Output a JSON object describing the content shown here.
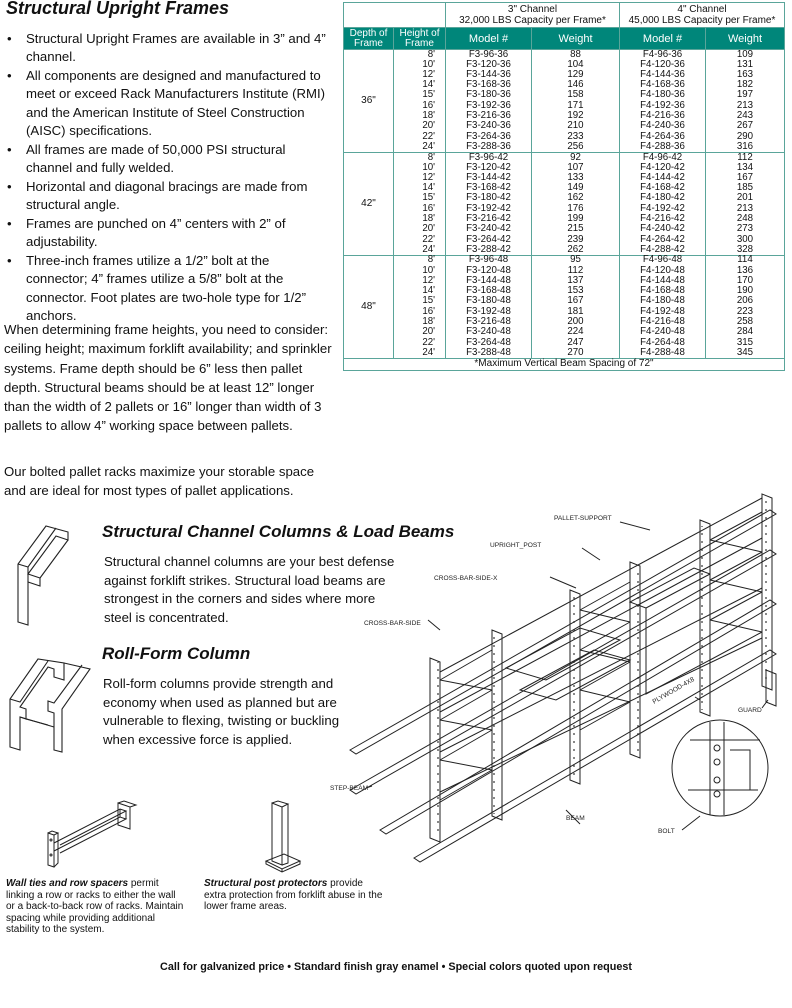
{
  "title": "Structural Upright Frames",
  "bullets": [
    "Structural Upright Frames are available in 3” and 4” channel.",
    "All components are designed and manufactured to meet or exceed Rack Manufacturers Institute (RMI) and the American Institute of Steel Construction (AISC) specifications.",
    "All frames are made of 50,000 PSI structural channel and fully welded.",
    "Horizontal and diagonal bracings are made from structural angle.",
    "Frames are punched on 4” centers with 2” of adjustability.",
    "Three-inch frames utilize a 1/2” bolt at the connector; 4” frames utilize a 5/8” bolt at the connector. Foot plates are two-hole type for 1/2” anchors."
  ],
  "paragraph1": "When determining frame heights, you need to consider: ceiling height; maximum forklift availability; and sprinkler systems. Frame depth should be 6” less then pallet depth. Structural beams should be at least 12” longer than the width of 2 pallets or 16” longer than width of 3 pallets to allow 4” working space between pallets.",
  "paragraph2": "Our bolted pallet racks maximize your storable space and are ideal for most types of pallet applications.",
  "table": {
    "channel3": "3\" Channel",
    "capacity3": "32,000 LBS Capacity per Frame*",
    "channel4": "4\" Channel",
    "capacity4": "45,000 LBS Capacity per Frame*",
    "headers": [
      "Depth of Frame",
      "Height of Frame",
      "Model #",
      "Weight",
      "Model #",
      "Weight"
    ],
    "groups": [
      {
        "depth": "36\"",
        "rows": [
          [
            "8'",
            "F3-96-36",
            "88",
            "F4-96-36",
            "109"
          ],
          [
            "10'",
            "F3-120-36",
            "104",
            "F4-120-36",
            "131"
          ],
          [
            "12'",
            "F3-144-36",
            "129",
            "F4-144-36",
            "163"
          ],
          [
            "14'",
            "F3-168-36",
            "146",
            "F4-168-36",
            "182"
          ],
          [
            "15'",
            "F3-180-36",
            "158",
            "F4-180-36",
            "197"
          ],
          [
            "16'",
            "F3-192-36",
            "171",
            "F4-192-36",
            "213"
          ],
          [
            "18'",
            "F3-216-36",
            "192",
            "F4-216-36",
            "243"
          ],
          [
            "20'",
            "F3-240-36",
            "210",
            "F4-240-36",
            "267"
          ],
          [
            "22'",
            "F3-264-36",
            "233",
            "F4-264-36",
            "290"
          ],
          [
            "24'",
            "F3-288-36",
            "256",
            "F4-288-36",
            "316"
          ]
        ]
      },
      {
        "depth": "42\"",
        "rows": [
          [
            "8'",
            "F3-96-42",
            "92",
            "F4-96-42",
            "112"
          ],
          [
            "10'",
            "F3-120-42",
            "107",
            "F4-120-42",
            "134"
          ],
          [
            "12'",
            "F3-144-42",
            "133",
            "F4-144-42",
            "167"
          ],
          [
            "14'",
            "F3-168-42",
            "149",
            "F4-168-42",
            "185"
          ],
          [
            "15'",
            "F3-180-42",
            "162",
            "F4-180-42",
            "201"
          ],
          [
            "16'",
            "F3-192-42",
            "176",
            "F4-192-42",
            "213"
          ],
          [
            "18'",
            "F3-216-42",
            "199",
            "F4-216-42",
            "248"
          ],
          [
            "20'",
            "F3-240-42",
            "215",
            "F4-240-42",
            "273"
          ],
          [
            "22'",
            "F3-264-42",
            "239",
            "F4-264-42",
            "300"
          ],
          [
            "24'",
            "F3-288-42",
            "262",
            "F4-288-42",
            "328"
          ]
        ]
      },
      {
        "depth": "48\"",
        "rows": [
          [
            "8'",
            "F3-96-48",
            "95",
            "F4-96-48",
            "114"
          ],
          [
            "10'",
            "F3-120-48",
            "112",
            "F4-120-48",
            "136"
          ],
          [
            "12'",
            "F3-144-48",
            "137",
            "F4-144-48",
            "170"
          ],
          [
            "14'",
            "F3-168-48",
            "153",
            "F4-168-48",
            "190"
          ],
          [
            "15'",
            "F3-180-48",
            "167",
            "F4-180-48",
            "206"
          ],
          [
            "16'",
            "F3-192-48",
            "181",
            "F4-192-48",
            "223"
          ],
          [
            "18'",
            "F3-216-48",
            "200",
            "F4-216-48",
            "258"
          ],
          [
            "20'",
            "F3-240-48",
            "224",
            "F4-240-48",
            "284"
          ],
          [
            "22'",
            "F3-264-48",
            "247",
            "F4-264-48",
            "315"
          ],
          [
            "24'",
            "F3-288-48",
            "270",
            "F4-288-48",
            "345"
          ]
        ]
      }
    ],
    "note": "*Maximum Vertical Beam Spacing of 72\""
  },
  "section1": {
    "title": "Structural Channel Columns & Load Beams",
    "body": "Structural channel columns are your best defense against forklift strikes. Structural load beams are strongest in the corners and sides where more steel is concentrated."
  },
  "section2": {
    "title": "Roll-Form Column",
    "body": "Roll-form columns provide strength and economy when used as planned but are vulnerable to flexing, twisting or buckling when excessive force is applied."
  },
  "captions": {
    "wall_ties_bold": "Wall ties and row spacers",
    "wall_ties_text": " permit linking a row or racks to either the wall or a back-to-back row of racks. Maintain spacing while providing additional stability to the system.",
    "post_bold": "Structural post protectors",
    "post_text": " provide extra protection from forklift abuse in the  lower frame areas."
  },
  "diagram_labels": {
    "pallet_support": "PALLET-SUPPORT",
    "upright_post": "UPRIGHT_POST",
    "cross_bar_side_x": "CROSS-BAR-SIDE-X",
    "cross_bar_side": "CROSS-BAR-SIDE",
    "plywood": "PLYWOOD-4X8",
    "guard": "GUARD",
    "step_beam": "STEP-BEAM",
    "beam": "BEAM",
    "bolt": "BOLT"
  },
  "footer": "Call for galvanized price • Standard finish gray enamel • Special colors quoted upon request",
  "colors": {
    "table_header": "#00867a",
    "table_border": "#5aa59a"
  }
}
